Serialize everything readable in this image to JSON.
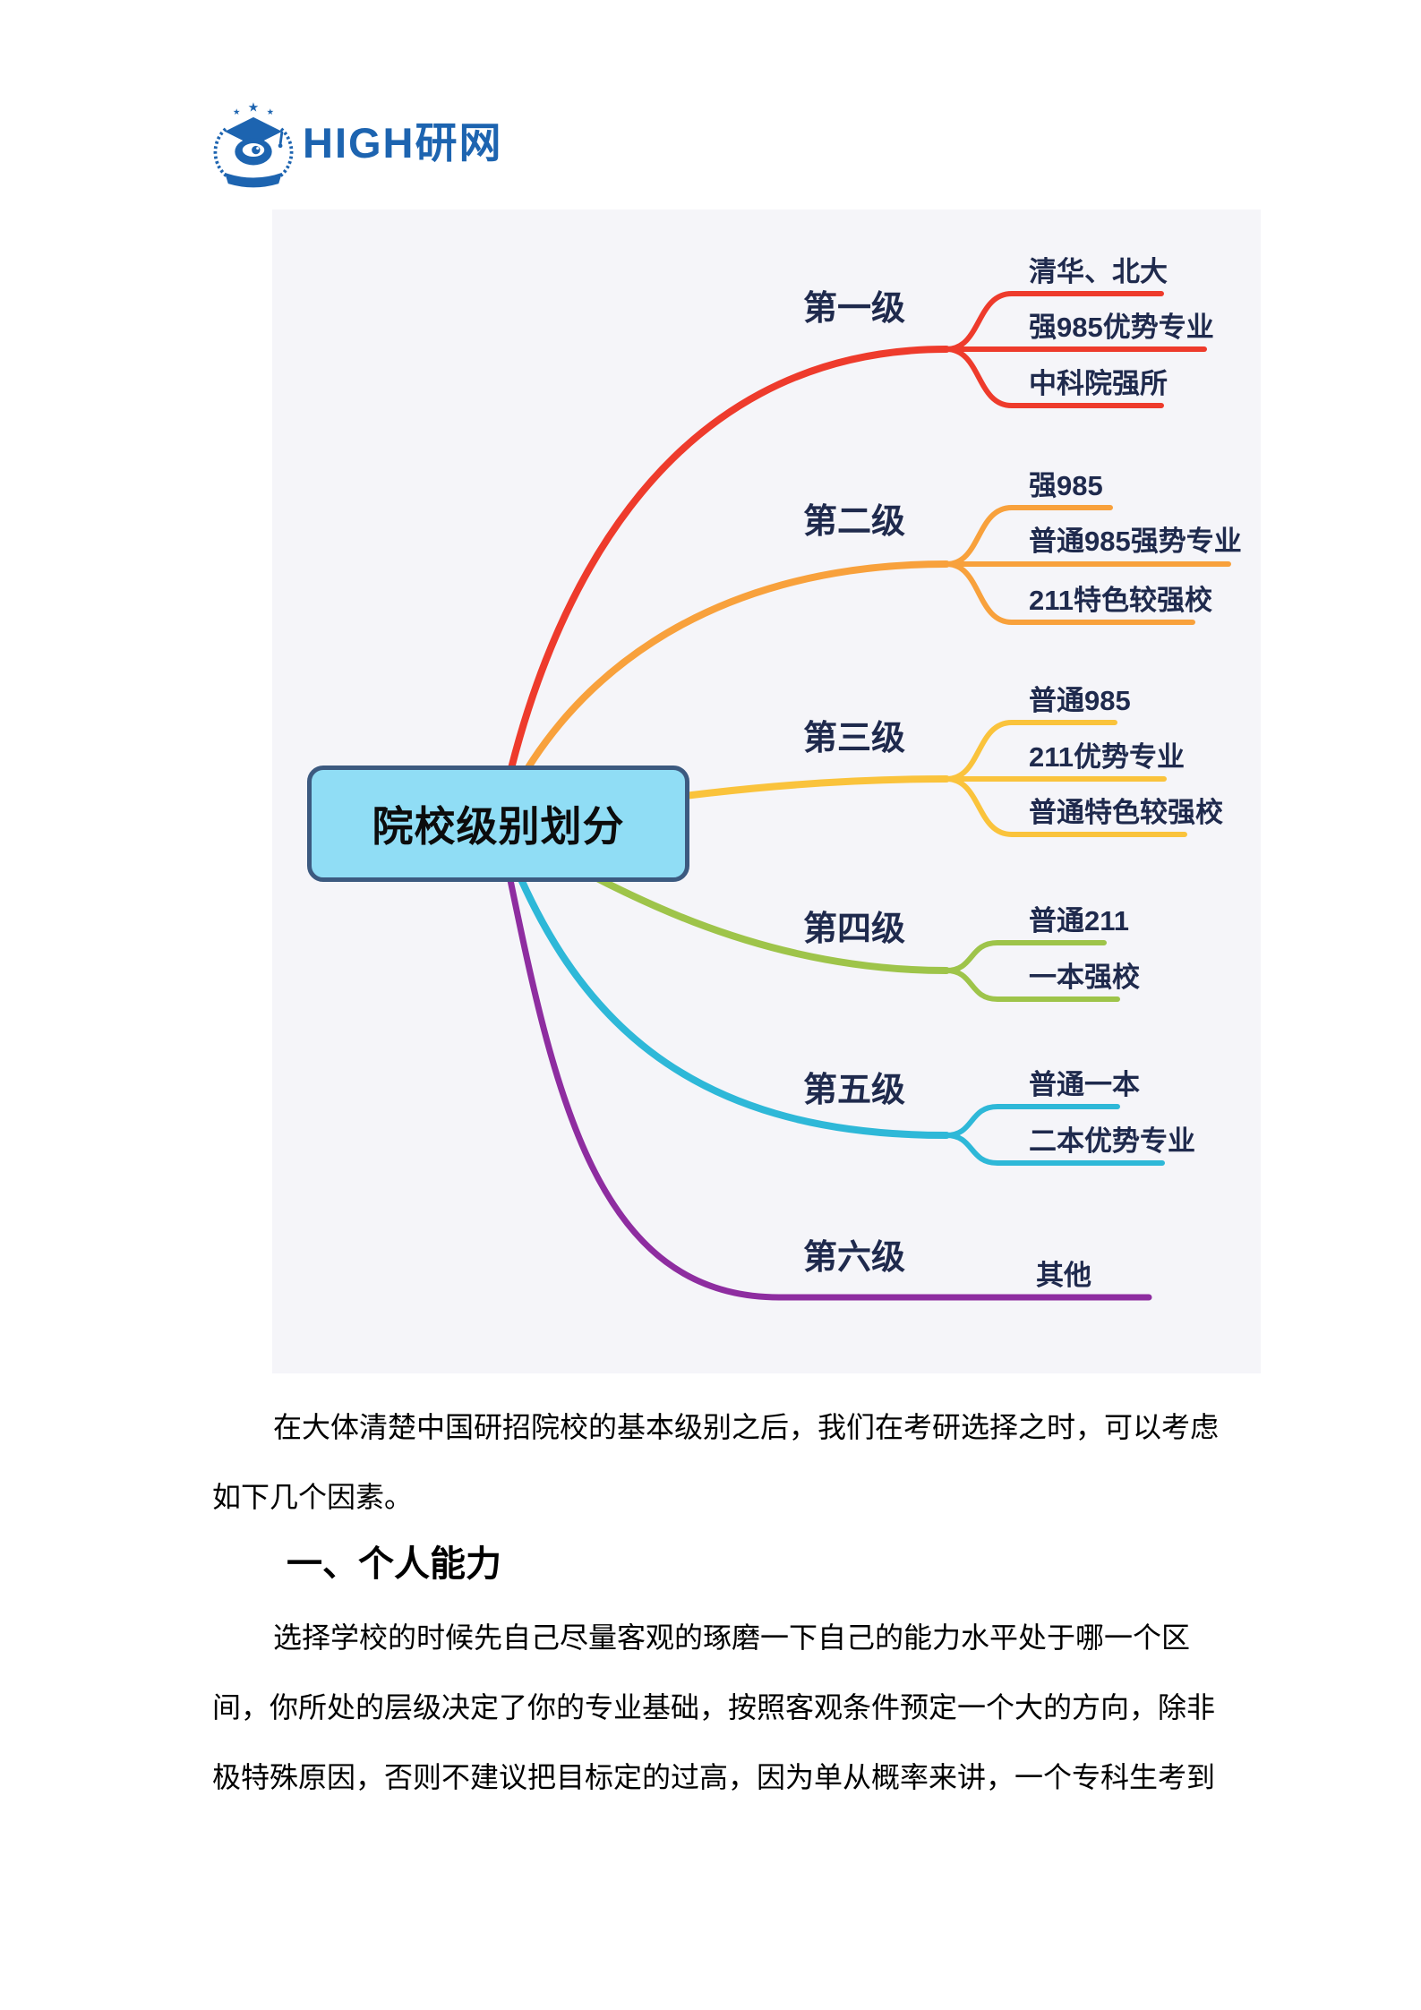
{
  "logo": {
    "brand": "HIGH研网",
    "icon": "graduation-cap-eye-emblem",
    "brand_color": "#1d64b0"
  },
  "mindmap": {
    "background": "#f5f5f9",
    "root": {
      "label": "院校级别划分",
      "fill": "#90ddf5",
      "border": "#3c5a80"
    },
    "branches": [
      {
        "label": "第一级",
        "color": "#ee3b2c",
        "children": [
          "清华、北大",
          "强985优势专业",
          "中科院强所"
        ]
      },
      {
        "label": "第二级",
        "color": "#f8a13c",
        "children": [
          "强985",
          "普通985强势专业",
          "211特色较强校"
        ]
      },
      {
        "label": "第三级",
        "color": "#fac33c",
        "children": [
          "普通985",
          "211优势专业",
          "普通特色较强校"
        ]
      },
      {
        "label": "第四级",
        "color": "#9ec44a",
        "children": [
          "普通211",
          "一本强校"
        ]
      },
      {
        "label": "第五级",
        "color": "#2eb8d8",
        "children": [
          "普通一本",
          "二本优势专业"
        ]
      },
      {
        "label": "第六级",
        "color": "#8e2da0",
        "children": [
          "其他"
        ]
      }
    ],
    "text_color": "#1f2a4d"
  },
  "article": {
    "paragraph1": {
      "lines": [
        "在大体清楚中国研招院校的基本级别之后，我们在考研选择之时，可以考虑",
        "如下几个因素。"
      ]
    },
    "heading1": "一、个人能力",
    "paragraph2": {
      "lines": [
        "选择学校的时候先自己尽量客观的琢磨一下自己的能力水平处于哪一个区",
        "间，你所处的层级决定了你的专业基础，按照客观条件预定一个大的方向，除非",
        "极特殊原因，否则不建议把目标定的过高，因为单从概率来讲，一个专科生考到"
      ]
    }
  }
}
